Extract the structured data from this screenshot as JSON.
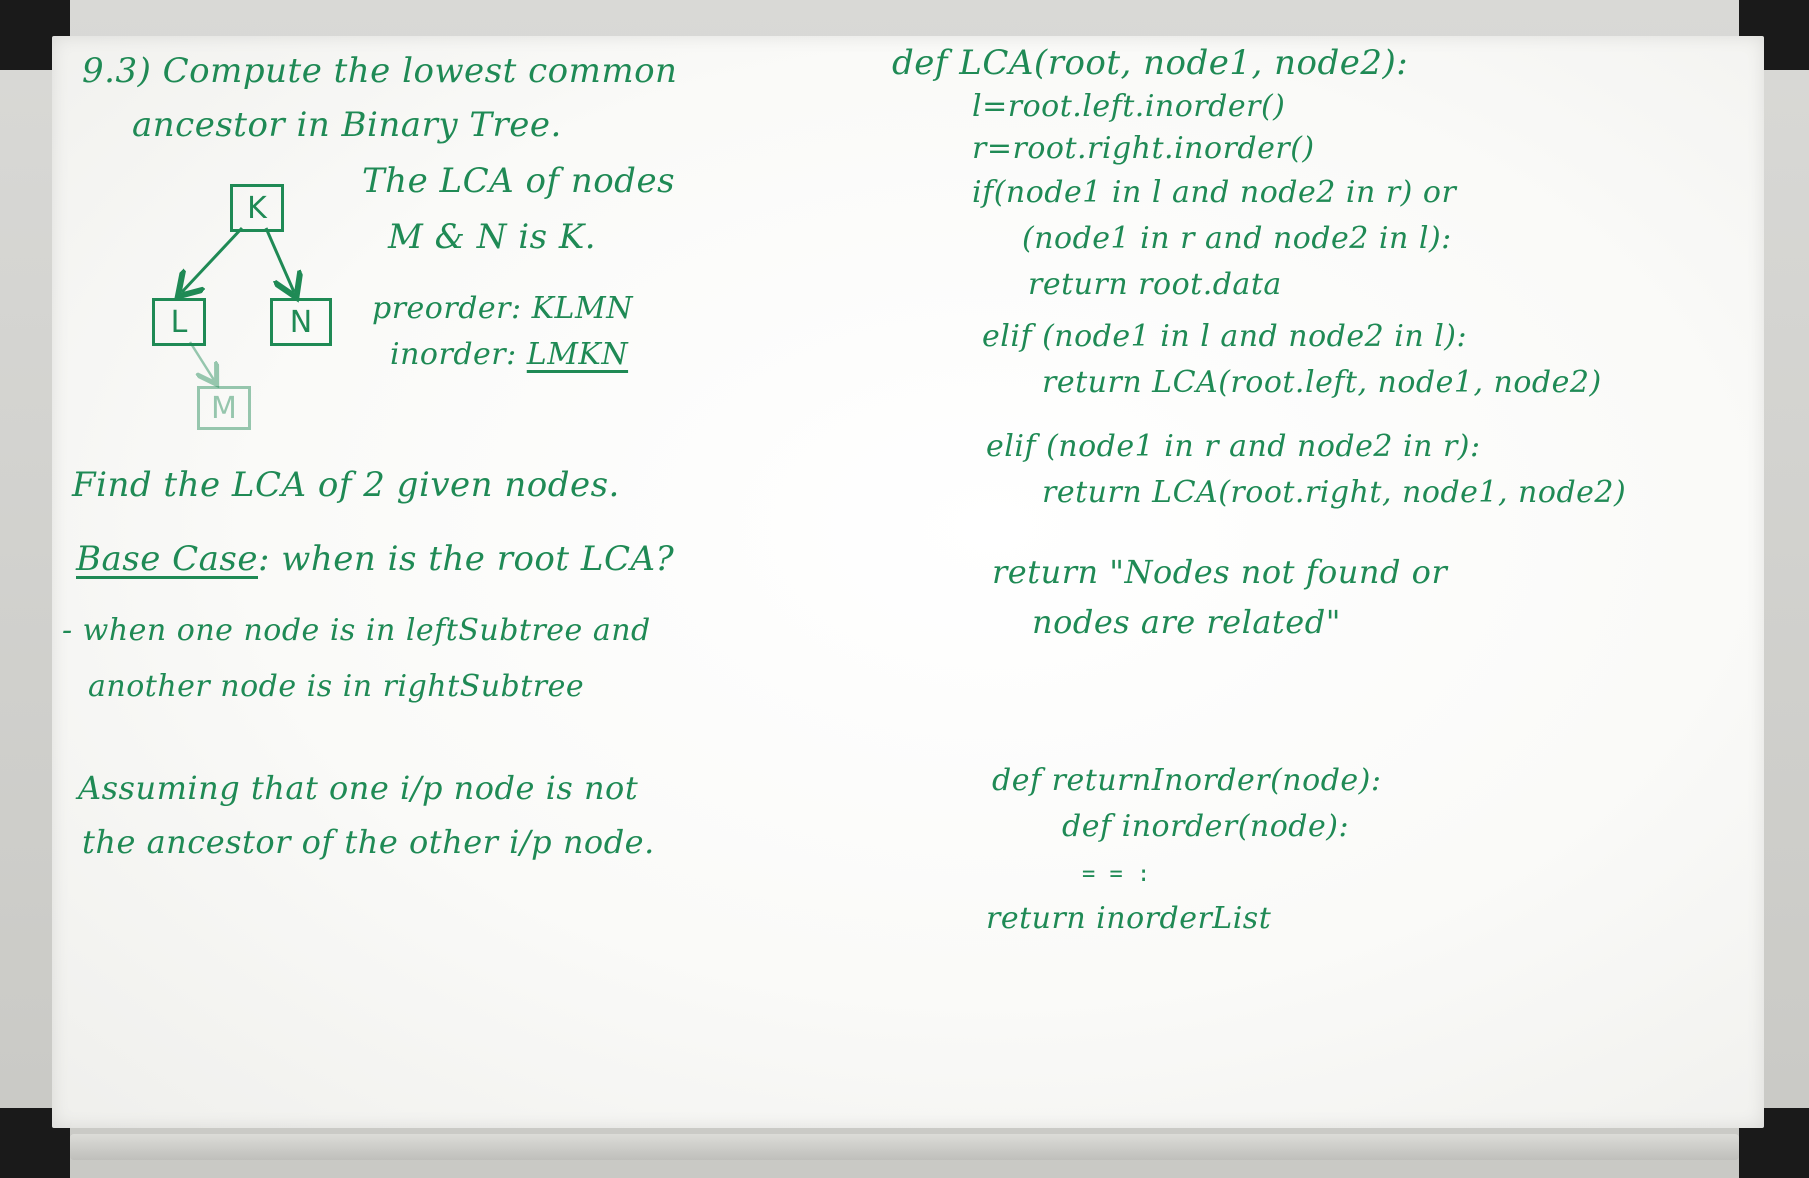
{
  "left": {
    "title_line1": "9.3) Compute the lowest common",
    "title_line2": "ancestor in Binary Tree.",
    "lca_line1": "The LCA of nodes",
    "lca_line2": "M & N is K.",
    "preorder": "preorder: KLMN",
    "inorder_label": "inorder: ",
    "inorder_value": "LMKN",
    "find_line": "Find the LCA of 2 given nodes.",
    "base_case_label": "Base Case",
    "base_case_rest": ": when is the root LCA?",
    "when_line1": "- when one node is in leftSubtree and",
    "when_line2": "another node is in rightSubtree",
    "assume_line1": "Assuming that one i/p node is not",
    "assume_line2": "the ancestor of the other i/p node."
  },
  "tree": {
    "root": "K",
    "left": "L",
    "right": "N",
    "left_child": "M"
  },
  "code": {
    "lines": [
      "def LCA(root, node1, node2):",
      "l=root.left.inorder()",
      "r=root.right.inorder()",
      "if(node1 in l and node2 in r) or",
      "(node1 in r and node2 in l):",
      "return root.data",
      "elif (node1 in l and node2 in l):",
      "return LCA(root.left, node1, node2)",
      "elif (node1 in r and node2 in r):",
      "return LCA(root.right, node1, node2)",
      "return \"Nodes not found or",
      "nodes are related\"",
      "def returnInorder(node):",
      "def inorder(node):",
      "= = :",
      "return inorderList"
    ]
  },
  "colors": {
    "ink": "#1f8a55",
    "board": "#ffffff",
    "frame": "#cfcfcb"
  }
}
